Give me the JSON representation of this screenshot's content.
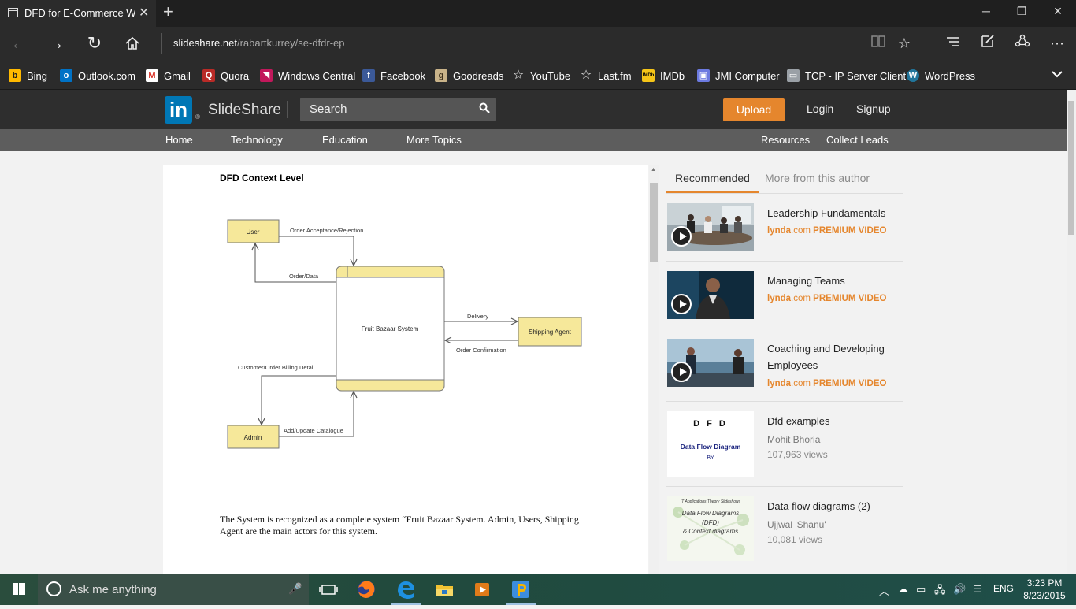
{
  "browser": {
    "tab_title": "DFD for E-Commerce W",
    "url_host": "slideshare.net",
    "url_path": "/rabartkurrey/se-dfdr-ep",
    "favorites": [
      {
        "label": "Bing",
        "icon": "bing-icon",
        "color": "#ffb900"
      },
      {
        "label": "Outlook.com",
        "icon": "outlook-icon",
        "color": "#0072c6"
      },
      {
        "label": "Gmail",
        "icon": "gmail-icon",
        "color": "#d93025"
      },
      {
        "label": "Quora",
        "icon": "quora-icon",
        "color": "#b92b27"
      },
      {
        "label": "Windows Central",
        "icon": "windows-central-icon",
        "color": "#c2185b"
      },
      {
        "label": "Facebook",
        "icon": "facebook-icon",
        "color": "#3b5998"
      },
      {
        "label": "Goodreads",
        "icon": "goodreads-icon",
        "color": "#c9b389"
      },
      {
        "label": "YouTube",
        "icon": "star-icon",
        "color": "#ffffff"
      },
      {
        "label": "Last.fm",
        "icon": "star-icon",
        "color": "#ffffff"
      },
      {
        "label": "IMDb",
        "icon": "imdb-icon",
        "color": "#f5c518"
      },
      {
        "label": "JMI Computer",
        "icon": "jmi-icon",
        "color": "#6c7ae0"
      },
      {
        "label": "TCP - IP Server Client",
        "icon": "tcp-icon",
        "color": "#9aa0a6"
      },
      {
        "label": "WordPress",
        "icon": "wordpress-icon",
        "color": "#21759b"
      }
    ]
  },
  "slideshare": {
    "brand": "SlideShare",
    "logo_text": "in",
    "search_placeholder": "Search",
    "upload": "Upload",
    "login": "Login",
    "signup": "Signup",
    "nav": [
      "Home",
      "Technology",
      "Education",
      "More Topics"
    ],
    "nav_right": [
      "Resources",
      "Collect Leads"
    ],
    "accent": "#e5862d"
  },
  "slide": {
    "title": "DFD Context Level",
    "diagram": {
      "user": "User",
      "system": "Fruit Bazaar System",
      "shipping": "Shipping Agent",
      "admin": "Admin",
      "flow_order_accept": "Order Acceptance/Rejection",
      "flow_order_data": "Order/Data",
      "flow_delivery": "Delivery",
      "flow_order_confirm": "Order Confirmation",
      "flow_billing": "Customer/Order Billing Detail",
      "flow_catalogue": "Add/Update Catalogue"
    },
    "text": "The System is recognized as a complete system “Fruit Bazaar System. Admin, Users, Shipping Agent  are the main actors for this  system."
  },
  "sidebar": {
    "tabs": [
      "Recommended",
      "More from this author"
    ],
    "items": [
      {
        "title": "Leadership Fundamentals",
        "brand": "lynda",
        "brand_suffix": ".com",
        "tag": "PREMIUM VIDEO"
      },
      {
        "title": "Managing Teams",
        "brand": "lynda",
        "brand_suffix": ".com",
        "tag": "PREMIUM VIDEO"
      },
      {
        "title": "Coaching and Developing Employees",
        "brand": "lynda",
        "brand_suffix": ".com",
        "tag": "PREMIUM VIDEO"
      },
      {
        "title": "Dfd examples",
        "author": "Mohit Bhoria",
        "views": "107,963 views",
        "thumb_title": "D F D",
        "thumb_sub": "Data Flow Diagram",
        "thumb_by": "BY"
      },
      {
        "title": "Data flow diagrams (2)",
        "author": "Ujjwal 'Shanu'",
        "views": "10,081 views",
        "thumb_top": "IT Applications Theory Slideshows",
        "thumb_l1": "Data Flow Diagrams",
        "thumb_l2": "(DFD)",
        "thumb_l3": "& Context diagrams"
      }
    ]
  },
  "taskbar": {
    "search_placeholder": "Ask me anything",
    "language": "ENG",
    "time": "3:23 PM",
    "date": "8/23/2015"
  }
}
